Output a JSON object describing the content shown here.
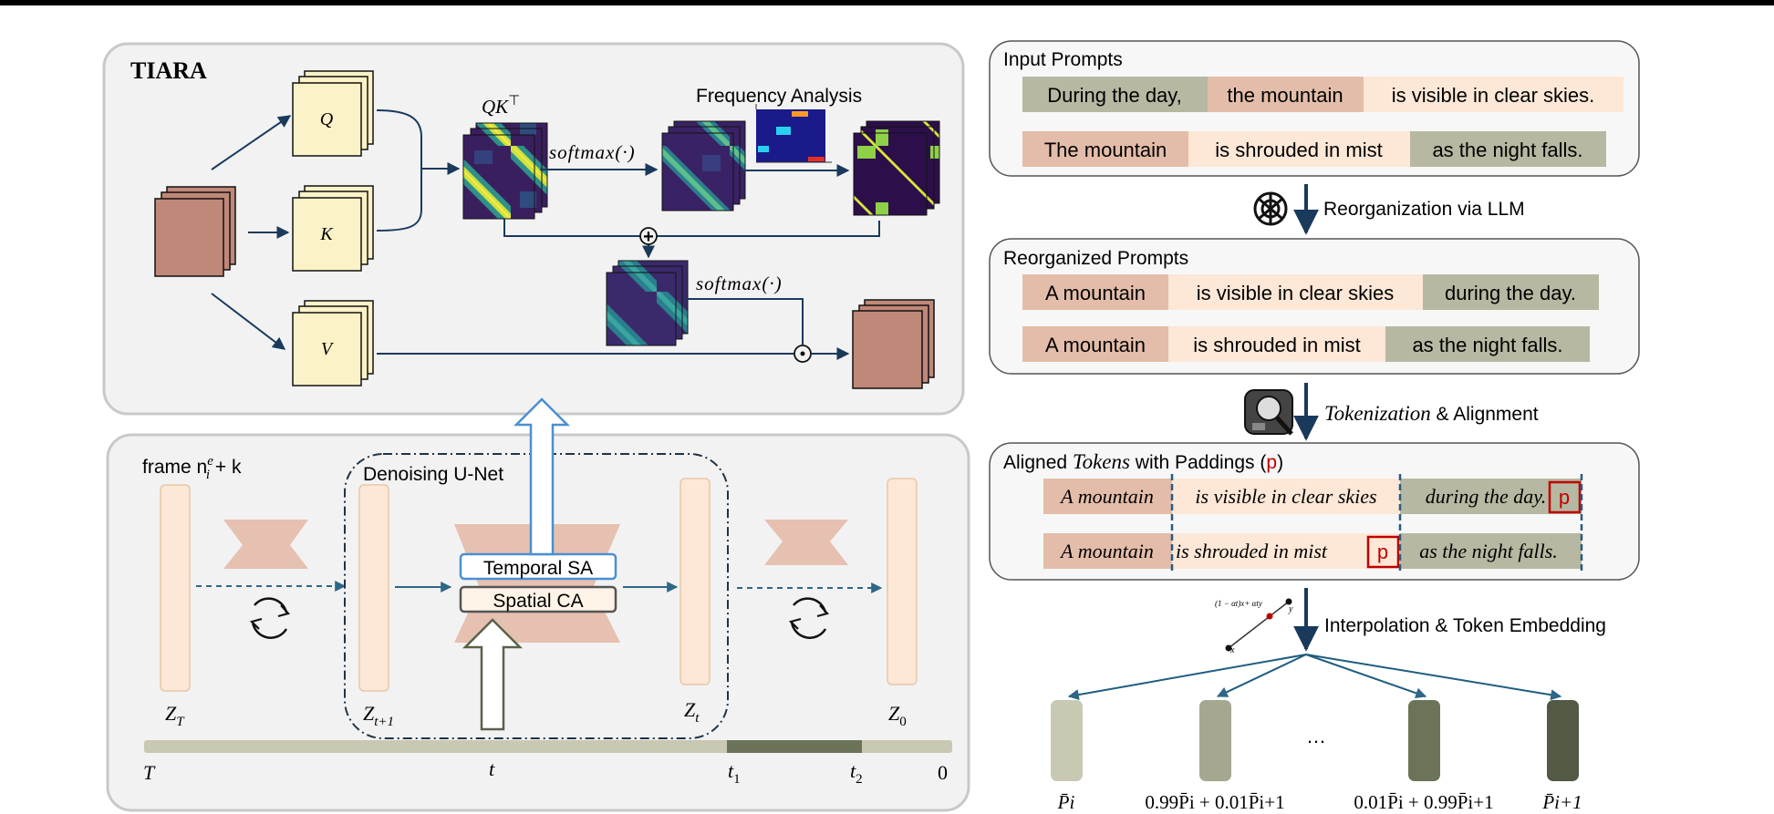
{
  "tiara": {
    "title": "TIARA",
    "q_label": "Q",
    "k_label": "K",
    "v_label": "V",
    "qkt_label": "QK",
    "qkt_sup": "⊤",
    "softmax1": "softmax(·)",
    "softmax2": "softmax(·)",
    "freq_label": "Frequency Analysis",
    "plus_symbol": "⊕",
    "dot_symbol": "⊙"
  },
  "pipeline": {
    "frame_label": "frame n",
    "frame_sup": "e",
    "frame_sub": "i",
    "frame_tail": " + k",
    "unet_label": "Denoising U-Net",
    "temporal_sa": "Temporal SA",
    "spatial_ca": "Spatial CA",
    "zt_cap": "Z",
    "zt_cap_sub": "T",
    "zt1": "Z",
    "zt1_sub": "t+1",
    "zt": "Z",
    "zt_sub": "t",
    "z0": "Z",
    "z0_sub": "0",
    "timeline_T": "T",
    "timeline_t": "t",
    "timeline_t1": "t",
    "timeline_t1_sub": "1",
    "timeline_t2": "t",
    "timeline_t2_sub": "2",
    "timeline_0": "0"
  },
  "prompts": {
    "input_title": "Input Prompts",
    "input_row1": [
      "During the day,",
      "the mountain",
      "is visible in clear skies."
    ],
    "input_row2": [
      "The mountain",
      "is shrouded in mist",
      "as the night falls."
    ],
    "reorg_step": "Reorganization via LLM",
    "reorg_title": "Reorganized Prompts",
    "reorg_row1": [
      "A mountain",
      "is visible in clear skies",
      "during the day."
    ],
    "reorg_row2": [
      "A mountain",
      "is shrouded in mist",
      "as the night falls."
    ],
    "token_step_italic": "Tokenization",
    "token_step_rest": " & Alignment",
    "aligned_title_a": "Aligned ",
    "aligned_title_b": "Tokens",
    "aligned_title_c": " with Paddings (",
    "aligned_title_p": "p",
    "aligned_title_d": ")",
    "aligned_row1": [
      "A mountain",
      "is visible in clear skies",
      "during the day.",
      "p"
    ],
    "aligned_row2": [
      "A mountain",
      "is shrouded in mist",
      "p",
      "as the night falls."
    ],
    "interp_step": "Interpolation & Token Embedding",
    "interp_formula": "(1 − αt)x+ αty",
    "interp_x": "x",
    "interp_y": "y",
    "embed_labels": [
      "P̄i",
      "0.99P̄i + 0.01P̄i+1",
      "P̄i+1"
    ],
    "embed_label_3": "0.01P̄i + 0.99P̄i+1",
    "ellipsis": "…"
  },
  "colors": {
    "panel_bg": "#f2f2f2",
    "panel_border": "#c8c8c8",
    "navy_arrow": "#1a3a5c",
    "latent_pink": "#c08878",
    "qkv_yellow": "#fcf2c8",
    "peach": "#fde7d6",
    "tan": "#e6c0b0",
    "olive": "#b7b8a1",
    "padding_red": "#c00000"
  }
}
